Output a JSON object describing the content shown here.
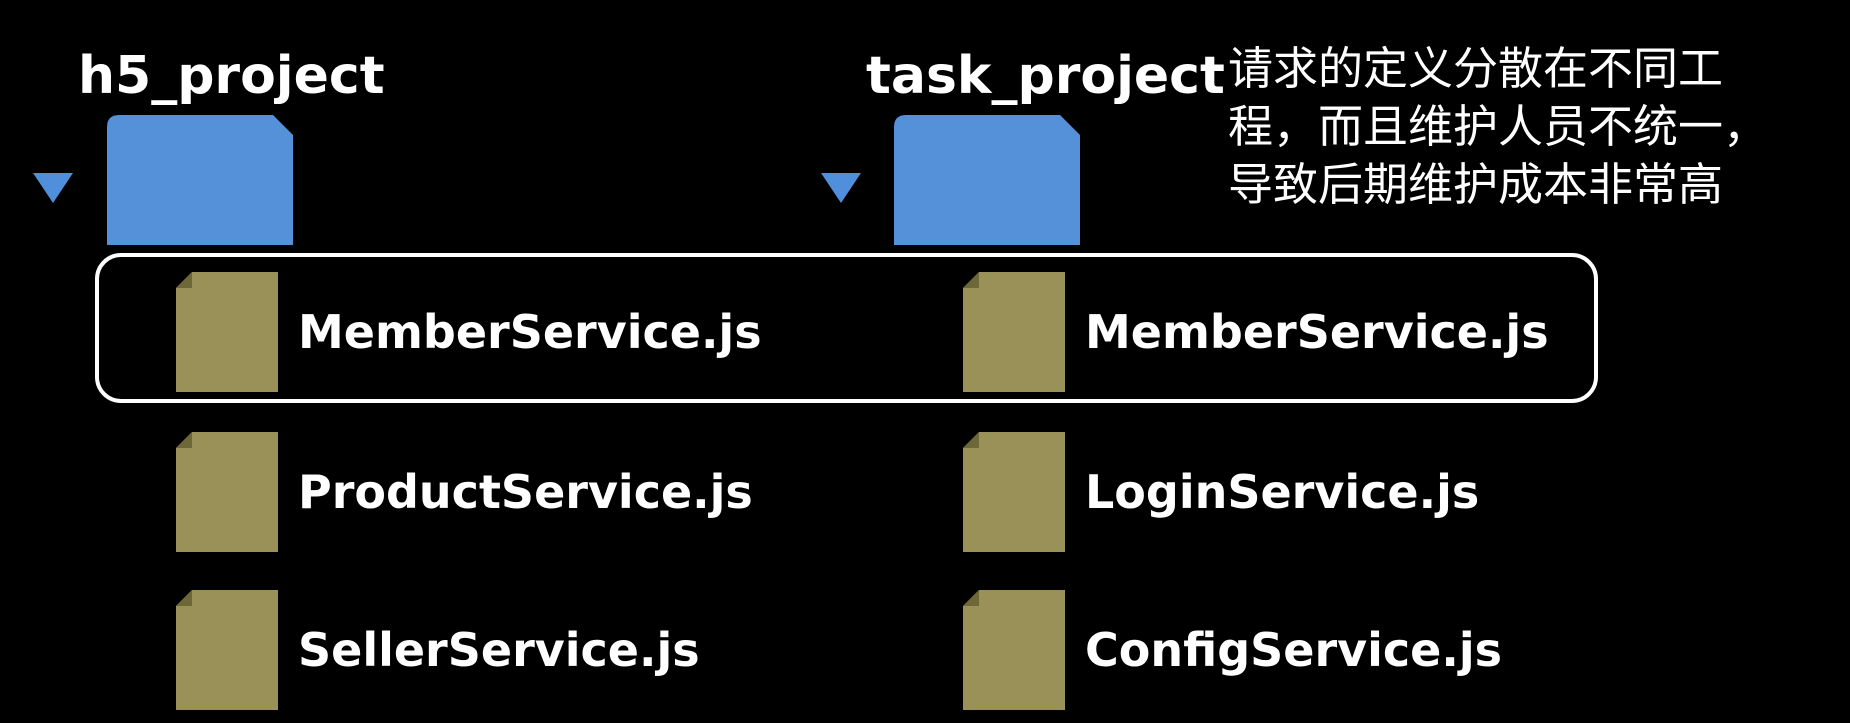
{
  "projects": [
    {
      "name": "h5_project",
      "files": [
        "MemberService.js",
        "ProductService.js",
        "SellerService.js"
      ]
    },
    {
      "name": "task_project",
      "files": [
        "MemberService.js",
        "LoginService.js",
        "ConfigService.js"
      ]
    }
  ],
  "note": {
    "lines": [
      "请求的定义分散在不同工",
      "程，而且维护人员不统一，",
      "导致后期维护成本非常高"
    ]
  },
  "colors": {
    "folder": "#5591d8",
    "file": "#9a9158",
    "file_fold": "#6e6838",
    "caret": "#4f8fdb",
    "highlight": "#ffffff"
  }
}
